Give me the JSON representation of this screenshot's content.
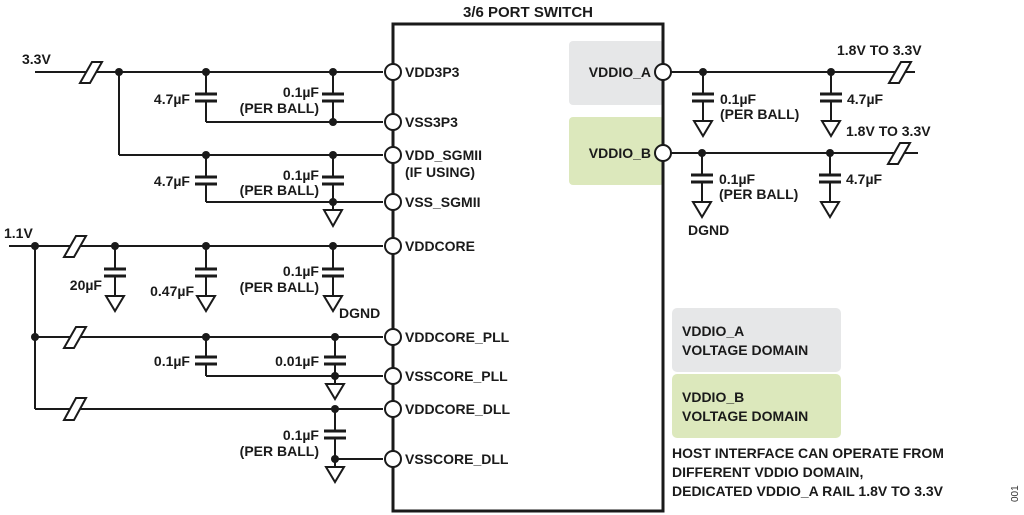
{
  "title": "3/6 PORT SWITCH",
  "colors": {
    "vddio_a_domain": "#e6e7e8",
    "vddio_b_domain": "#dce8bc",
    "line": "#1a1a1a"
  },
  "supplies": {
    "v33": "3.3V",
    "v11": "1.1V",
    "vddio_a": "1.8V TO 3.3V",
    "vddio_b": "1.8V TO 3.3V"
  },
  "left_pins": [
    {
      "label": "VDD3P3"
    },
    {
      "label": "VSS3P3"
    },
    {
      "label": "VDD_SGMII",
      "sub": "(IF USING)"
    },
    {
      "label": "VSS_SGMII"
    },
    {
      "label": "VDDCORE"
    },
    {
      "label": "VDDCORE_PLL"
    },
    {
      "label": "VSSCORE_PLL"
    },
    {
      "label": "VDDCORE_DLL"
    },
    {
      "label": "VSSCORE_DLL"
    }
  ],
  "right_pins": [
    {
      "label": "VDDIO_A"
    },
    {
      "label": "VDDIO_B"
    }
  ],
  "capacitors": {
    "c33_bulk_1": {
      "value": "4.7µF"
    },
    "c33_dec_1": {
      "value": "0.1µF",
      "note": "(PER BALL)"
    },
    "c33_bulk_2": {
      "value": "4.7µF"
    },
    "c33_dec_2": {
      "value": "0.1µF",
      "note": "(PER BALL)"
    },
    "c11_bulk": {
      "value": "20µF"
    },
    "c11_mid": {
      "value": "0.47µF"
    },
    "c11_dec": {
      "value": "0.1µF",
      "note": "(PER BALL)"
    },
    "cpll_1": {
      "value": "0.1µF"
    },
    "cpll_2": {
      "value": "0.01µF"
    },
    "cdll": {
      "value": "0.1µF",
      "note": "(PER BALL)"
    },
    "cioa_dec": {
      "value": "0.1µF",
      "note": "(PER BALL)"
    },
    "cioa_bulk": {
      "value": "4.7µF"
    },
    "ciob_dec": {
      "value": "0.1µF",
      "note": "(PER BALL)"
    },
    "ciob_bulk": {
      "value": "4.7µF"
    }
  },
  "ground_labels": {
    "core": "DGND",
    "io": "DGND"
  },
  "legend": [
    {
      "line1": "VDDIO_A",
      "line2": "VOLTAGE DOMAIN"
    },
    {
      "line1": "VDDIO_B",
      "line2": "VOLTAGE DOMAIN"
    }
  ],
  "note": [
    "HOST INTERFACE CAN OPERATE FROM",
    "DIFFERENT VDDIO DOMAIN,",
    "DEDICATED VDDIO_A RAIL 1.8V TO 3.3V"
  ],
  "figure_id": "001"
}
